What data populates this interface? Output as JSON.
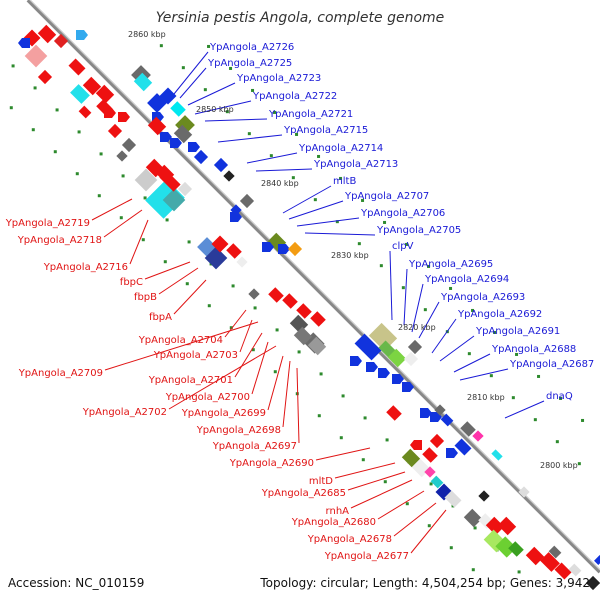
{
  "title": "Yersinia pestis Angola, complete genome",
  "accession_label": "Accession: NC_010159",
  "topology_label": "Topology: circular; Length: 4,504,254 bp; Genes: 3,942",
  "ticks": [
    "2860 kbp",
    "2850 kbp",
    "2840 kbp",
    "2830 kbp",
    "2820 kbp",
    "2810 kbp",
    "2800 kbp"
  ],
  "colors": {
    "plus_strand_label": "#1a1ad6",
    "minus_strand_label": "#e01414",
    "backbone": "#8c8c8c"
  },
  "blue_labels": [
    "YpAngola_A2726",
    "YpAngola_A2725",
    "YpAngola_A2723",
    "YpAngola_A2722",
    "YpAngola_A2721",
    "YpAngola_A2715",
    "YpAngola_A2714",
    "YpAngola_A2713",
    "mltB",
    "YpAngola_A2707",
    "YpAngola_A2706",
    "YpAngola_A2705",
    "clpV",
    "YpAngola_A2695",
    "YpAngola_A2694",
    "YpAngola_A2693",
    "YpAngola_A2692",
    "YpAngola_A2691",
    "YpAngola_A2688",
    "YpAngola_A2687",
    "dnaQ"
  ],
  "red_labels": [
    "YpAngola_A2719",
    "YpAngola_A2718",
    "YpAngola_A2716",
    "fbpC",
    "fbpB",
    "fbpA",
    "YpAngola_A2704",
    "YpAngola_A2703",
    "YpAngola_A2709",
    "YpAngola_A2701",
    "YpAngola_A2700",
    "YpAngola_A2702",
    "YpAngola_A2699",
    "YpAngola_A2698",
    "YpAngola_A2697",
    "YpAngola_A2690",
    "mltD",
    "YpAngola_A2685",
    "rnhA",
    "YpAngola_A2680",
    "YpAngola_A2678",
    "YpAngola_A2677"
  ]
}
